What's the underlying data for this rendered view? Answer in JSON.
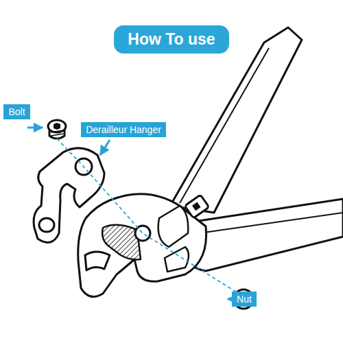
{
  "diagram": {
    "title": "How To use",
    "nodes": [
      {
        "text": [
          "Bolt"
        ]
      },
      {
        "text": [
          "Derailleur Hanger"
        ]
      },
      {
        "text": [
          "Nut"
        ]
      }
    ]
  }
}
